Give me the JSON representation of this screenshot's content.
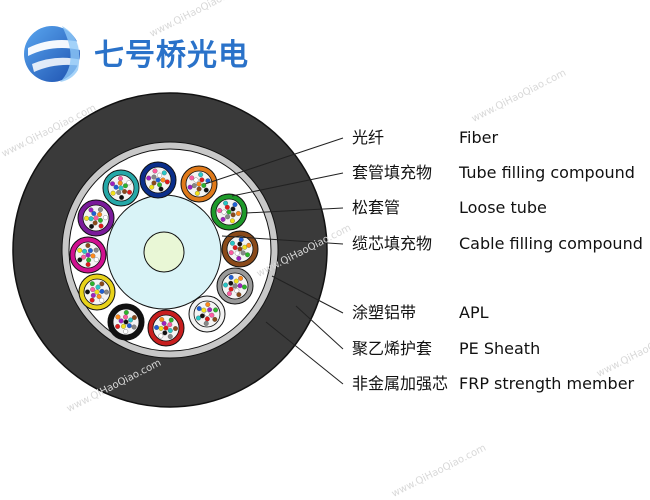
{
  "brand": {
    "name": "七号桥光电",
    "color": "#2a72c9"
  },
  "watermark": "www.QiHaoQiao.com",
  "callouts": [
    {
      "cn": "光纤",
      "en": "Fiber"
    },
    {
      "cn": "套管填充物",
      "en": "Tube filling compound"
    },
    {
      "cn": "松套管",
      "en": "Loose tube"
    },
    {
      "cn": "缆芯填充物",
      "en": "Cable filling compound"
    },
    {
      "cn": "涂塑铝带",
      "en": "APL"
    },
    {
      "cn": "聚乙烯护套",
      "en": "PE Sheath"
    },
    {
      "cn": "非金属加强芯",
      "en": "FRP strength member"
    }
  ],
  "colors": {
    "sheath": "#3a3a3a",
    "apl": "#c0c0c0",
    "filling": "#ffffff",
    "frp_outer": "#d9f3f7",
    "frp_core": "#e9f7d6",
    "tube_inner": "#f4f4f4"
  },
  "tube_colors": [
    "#0a2e8a",
    "#e07a1a",
    "#1e9a2a",
    "#8a4a1a",
    "#9a9a9a",
    "#f2f2f2",
    "#c81e1e",
    "#111111",
    "#e8d21a",
    "#d01090",
    "#7a1a9a",
    "#26a8a8"
  ],
  "fiber_colors": [
    "#1f5fd6",
    "#ff8a1a",
    "#2bb52b",
    "#8a4a1a",
    "#888888",
    "#ffffff",
    "#e01a1a",
    "#111111",
    "#f2e21a",
    "#a020c0",
    "#ff5aa0",
    "#27c6c6"
  ]
}
